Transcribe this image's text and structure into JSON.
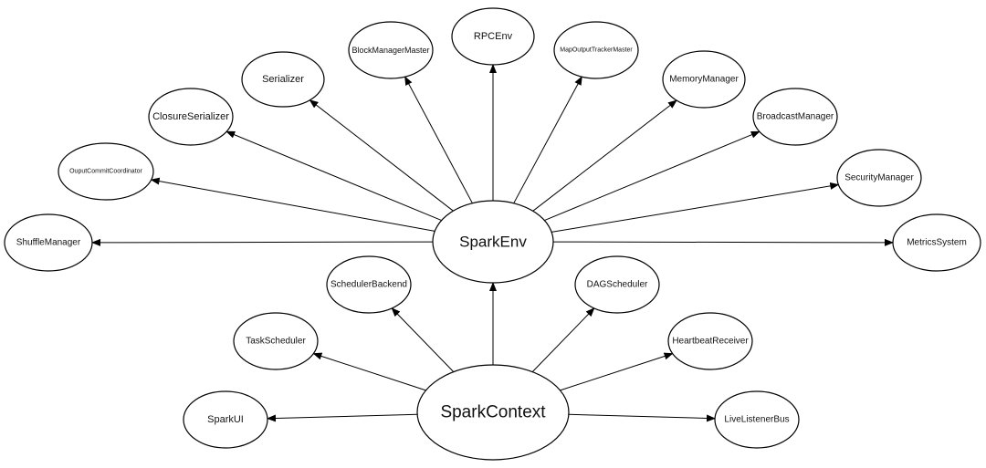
{
  "nodes": {
    "spark_env": "SparkEnv",
    "spark_context": "SparkContext",
    "rpc_env": "RPCEnv",
    "block_manager_master": "BlockManagerMaster",
    "map_output_tracker_master": "MapOutputTrackerMaster",
    "serializer": "Serializer",
    "memory_manager": "MemoryManager",
    "closure_serializer": "ClosureSerializer",
    "broadcast_manager": "BroadcastManager",
    "output_commit_coordinator": "OuputCommitCoordinator",
    "security_manager": "SecurityManager",
    "shuffle_manager": "ShuffleManager",
    "metrics_system": "MetricsSystem",
    "scheduler_backend": "SchedulerBackend",
    "dag_scheduler": "DAGScheduler",
    "task_scheduler": "TaskScheduler",
    "heartbeat_receiver": "HeartbeatReceiver",
    "spark_ui": "SparkUI",
    "live_listener_bus": "LiveListenerBus"
  },
  "edges": [
    {
      "from": "spark_env",
      "to": "rpc_env"
    },
    {
      "from": "spark_env",
      "to": "block_manager_master"
    },
    {
      "from": "spark_env",
      "to": "map_output_tracker_master"
    },
    {
      "from": "spark_env",
      "to": "serializer"
    },
    {
      "from": "spark_env",
      "to": "memory_manager"
    },
    {
      "from": "spark_env",
      "to": "closure_serializer"
    },
    {
      "from": "spark_env",
      "to": "broadcast_manager"
    },
    {
      "from": "spark_env",
      "to": "output_commit_coordinator"
    },
    {
      "from": "spark_env",
      "to": "security_manager"
    },
    {
      "from": "spark_env",
      "to": "shuffle_manager"
    },
    {
      "from": "spark_env",
      "to": "metrics_system"
    },
    {
      "from": "spark_context",
      "to": "spark_env"
    },
    {
      "from": "spark_context",
      "to": "scheduler_backend"
    },
    {
      "from": "spark_context",
      "to": "dag_scheduler"
    },
    {
      "from": "spark_context",
      "to": "task_scheduler"
    },
    {
      "from": "spark_context",
      "to": "heartbeat_receiver"
    },
    {
      "from": "spark_context",
      "to": "spark_ui"
    },
    {
      "from": "spark_context",
      "to": "live_listener_bus"
    }
  ]
}
